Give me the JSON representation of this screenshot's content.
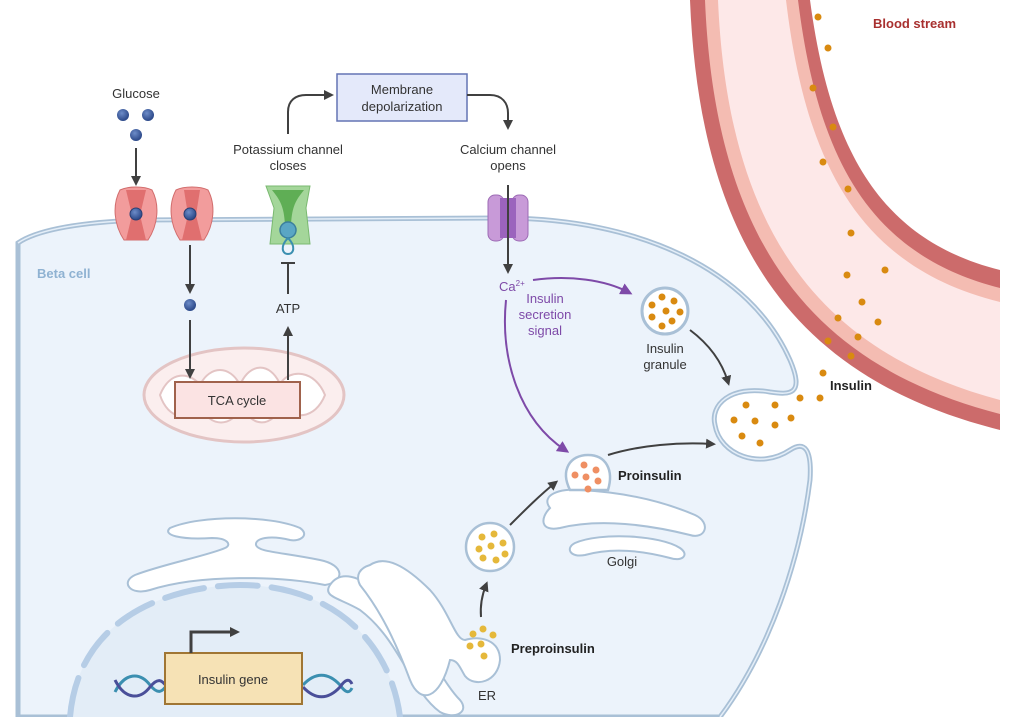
{
  "title": "Insulin secretion pathway in pancreatic beta cell",
  "colors": {
    "cell_fill": "#ecf3fb",
    "membrane": "#a9c0d6",
    "vessel_outer": "#cc6b6b",
    "vessel_mid": "#f4bcb2",
    "vessel_inner": "#fde8e8",
    "insulin_dot": "#d98a10",
    "preproinsulin_dot": "#e5b83a",
    "proinsulin_dot": "#ef8f63",
    "glucose": "#3f5fa3",
    "signal_purple": "#7e4aa8",
    "arrow": "#404040"
  },
  "labels": {
    "glucose": "Glucose",
    "potassium_line1": "Potassium channel",
    "potassium_line2": "closes",
    "membrane_line1": "Membrane",
    "membrane_line2": "depolarization",
    "calcium_line1": "Calcium channel",
    "calcium_line2": "opens",
    "blood_stream": "Blood stream",
    "beta_cell": "Beta cell",
    "atp": "ATP",
    "tca_cycle": "TCA cycle",
    "ca_ion": "Ca",
    "ca_charge": "2+",
    "signal_line1": "Insulin",
    "signal_line2": "secretion",
    "signal_line3": "signal",
    "granule_line1": "Insulin",
    "granule_line2": "granule",
    "insulin": "Insulin",
    "proinsulin": "Proinsulin",
    "golgi": "Golgi",
    "preproinsulin": "Preproinsulin",
    "er": "ER",
    "insulin_gene": "Insulin gene"
  }
}
